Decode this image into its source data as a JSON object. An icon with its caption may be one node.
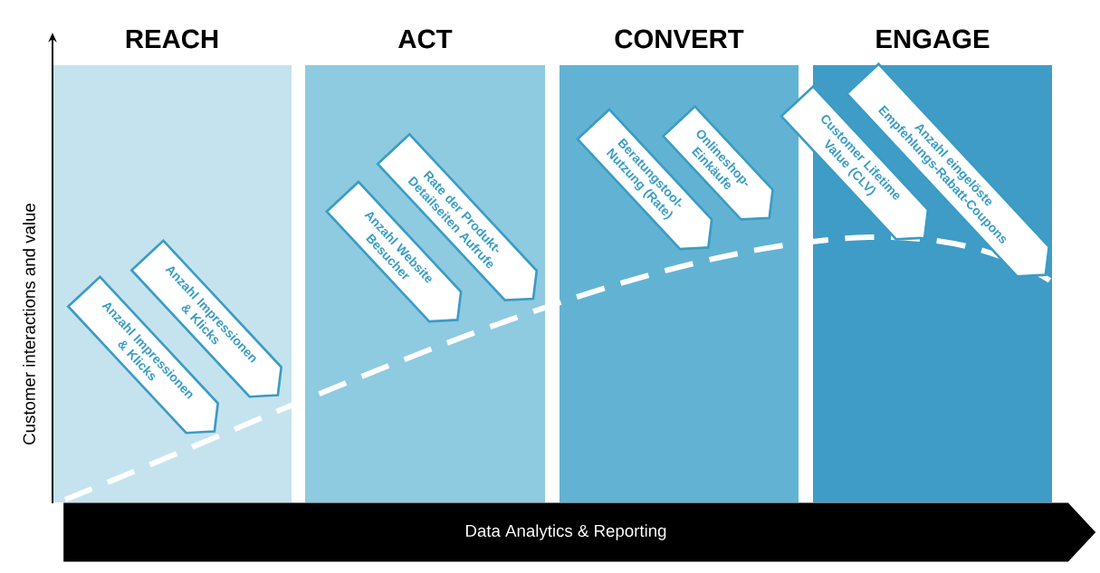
{
  "diagram": {
    "nodes": [
      {
        "text": [
          "REACH"
        ]
      },
      {
        "text": [
          "Anzahl Impressionen & Klicks"
        ],
        "in": 0
      },
      {
        "text": [
          "Anzahl Impressionen & Klicks"
        ],
        "in": 0
      },
      {
        "text": [
          "ACT"
        ]
      },
      {
        "text": [
          "Anzahl Website Besucher"
        ],
        "in": 3
      },
      {
        "text": [
          "Rate der Produkt-Detailseiten Aufrufe"
        ],
        "in": 3
      },
      {
        "text": [
          "CONVERT"
        ]
      },
      {
        "text": [
          "Beratungstool-Nutzung (Rate)"
        ],
        "in": 6
      },
      {
        "text": [
          "Onlineshop-Einkäufe"
        ],
        "in": 6
      },
      {
        "text": [
          "ENGAGE"
        ]
      },
      {
        "text": [
          "Customer Lifetime Value (CLV)"
        ]
      },
      {
        "text": [
          "Anzahl eingelöste Empfehlungs-Rabatt-Coupons"
        ],
        "in": 9
      },
      {
        "text": [
          "Data Analytics & Reporting"
        ]
      }
    ],
    "labels": [
      "Customer interactions and value"
    ]
  }
}
